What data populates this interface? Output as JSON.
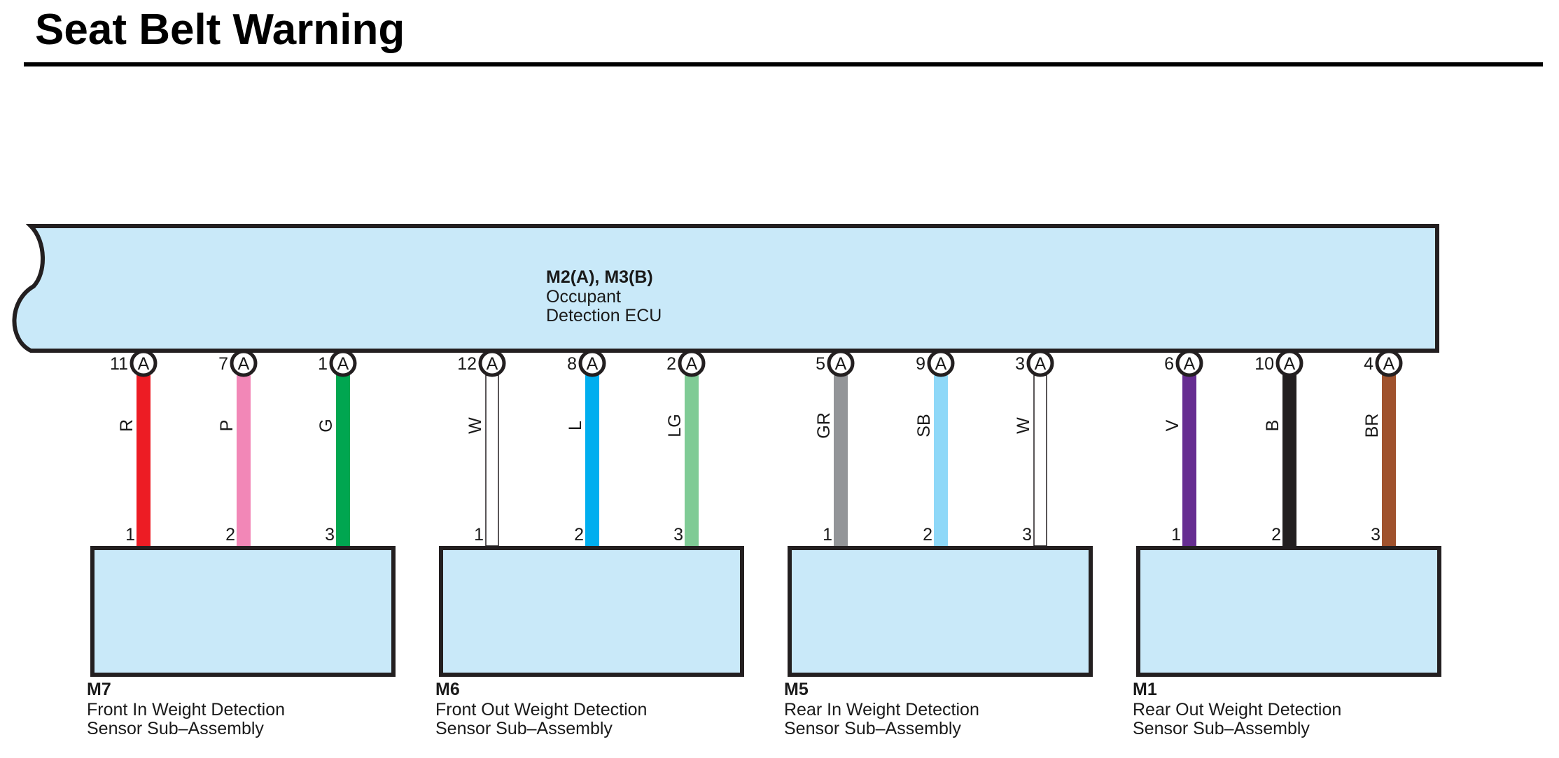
{
  "title": "Seat Belt Warning",
  "colors": {
    "box_fill": "#c9e9f9",
    "outline": "#231f20"
  },
  "ecu": {
    "code": "M2(A), M3(B)",
    "name_line1": "Occupant",
    "name_line2": "Detection ECU"
  },
  "groups": [
    {
      "code": "M7",
      "name_line1": "Front In Weight Detection",
      "name_line2": "Sensor Sub–Assembly",
      "wires": [
        {
          "ecu_pin": "11",
          "connector": "A",
          "color_code": "R",
          "sensor_pin": "1",
          "color": "#ed1c24",
          "hollow": false
        },
        {
          "ecu_pin": "7",
          "connector": "A",
          "color_code": "P",
          "sensor_pin": "2",
          "color": "#f287b7",
          "hollow": false
        },
        {
          "ecu_pin": "1",
          "connector": "A",
          "color_code": "G",
          "sensor_pin": "3",
          "color": "#00a650",
          "hollow": false
        }
      ]
    },
    {
      "code": "M6",
      "name_line1": "Front Out Weight Detection",
      "name_line2": "Sensor Sub–Assembly",
      "wires": [
        {
          "ecu_pin": "12",
          "connector": "A",
          "color_code": "W",
          "sensor_pin": "1",
          "color": "#ffffff",
          "hollow": true
        },
        {
          "ecu_pin": "8",
          "connector": "A",
          "color_code": "L",
          "sensor_pin": "2",
          "color": "#00aeef",
          "hollow": false
        },
        {
          "ecu_pin": "2",
          "connector": "A",
          "color_code": "LG",
          "sensor_pin": "3",
          "color": "#7fcb95",
          "hollow": false
        }
      ]
    },
    {
      "code": "M5",
      "name_line1": "Rear In Weight Detection",
      "name_line2": "Sensor Sub–Assembly",
      "wires": [
        {
          "ecu_pin": "5",
          "connector": "A",
          "color_code": "GR",
          "sensor_pin": "1",
          "color": "#939598",
          "hollow": false
        },
        {
          "ecu_pin": "9",
          "connector": "A",
          "color_code": "SB",
          "sensor_pin": "2",
          "color": "#8ed8f8",
          "hollow": false
        },
        {
          "ecu_pin": "3",
          "connector": "A",
          "color_code": "W",
          "sensor_pin": "3",
          "color": "#ffffff",
          "hollow": true
        }
      ]
    },
    {
      "code": "M1",
      "name_line1": "Rear Out Weight Detection",
      "name_line2": "Sensor Sub–Assembly",
      "wires": [
        {
          "ecu_pin": "6",
          "connector": "A",
          "color_code": "V",
          "sensor_pin": "1",
          "color": "#662d91",
          "hollow": false
        },
        {
          "ecu_pin": "10",
          "connector": "A",
          "color_code": "B",
          "sensor_pin": "2",
          "color": "#231f20",
          "hollow": false
        },
        {
          "ecu_pin": "4",
          "connector": "A",
          "color_code": "BR",
          "sensor_pin": "3",
          "color": "#a0522d",
          "hollow": false
        }
      ]
    }
  ]
}
